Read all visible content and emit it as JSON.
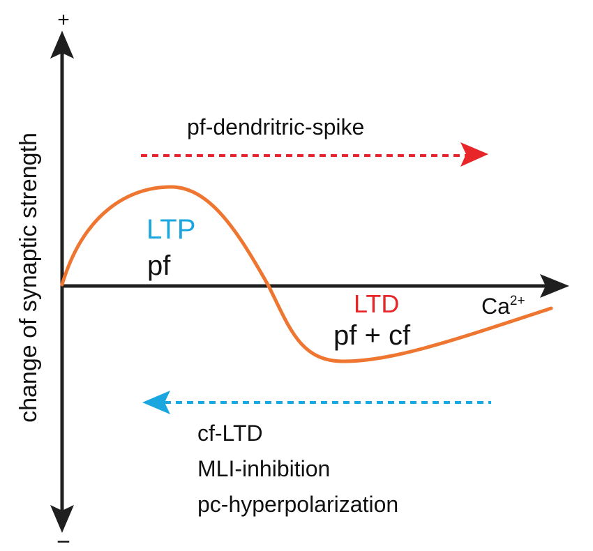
{
  "axes": {
    "y_label": "change of synaptic strength",
    "y_top_sign": "+",
    "y_bottom_sign": "−",
    "x_label_base": "Ca",
    "x_label_sup": "2+"
  },
  "regions": {
    "ltp_label": "LTP",
    "ltp_input": "pf",
    "ltd_label": "LTD",
    "ltd_input": "pf + cf"
  },
  "arrows": {
    "increase_label": "pf-dendritric-spike",
    "decrease_labels": [
      "cf-LTD",
      "MLI-inhibition",
      "pc-hyperpolarization"
    ]
  },
  "colors": {
    "axis": "#1f1f1f",
    "curve": "#ee7630",
    "ltp": "#1aa7e0",
    "ltd": "#e8262a",
    "increase_arrow": "#e8262a",
    "decrease_arrow": "#1aa7e0",
    "text": "#111111"
  }
}
